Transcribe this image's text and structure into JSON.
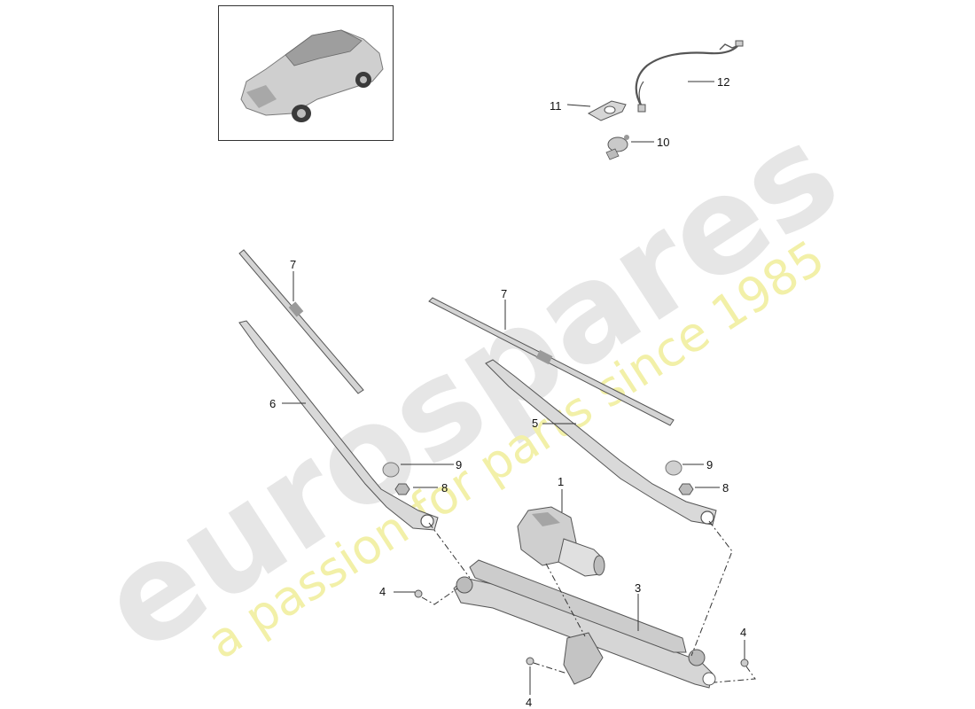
{
  "watermark": {
    "brand": "eurospares",
    "tagline": "a passion for parts since 1985",
    "brand_color": "#e6e6e6",
    "tagline_color": "#f2f0a8"
  },
  "colors": {
    "line": "#444444",
    "part_fill": "#d9d9d9",
    "part_dark": "#9a9a9a",
    "frame": "#333333"
  },
  "thumbnail": {
    "icon": "car-suv-icon"
  },
  "callouts": [
    {
      "id": "c1",
      "label": "1"
    },
    {
      "id": "c3",
      "label": "3"
    },
    {
      "id": "c4a",
      "label": "4"
    },
    {
      "id": "c4b",
      "label": "4"
    },
    {
      "id": "c4c",
      "label": "4"
    },
    {
      "id": "c5",
      "label": "5"
    },
    {
      "id": "c6",
      "label": "6"
    },
    {
      "id": "c7a",
      "label": "7"
    },
    {
      "id": "c7b",
      "label": "7"
    },
    {
      "id": "c8a",
      "label": "8"
    },
    {
      "id": "c8b",
      "label": "8"
    },
    {
      "id": "c9a",
      "label": "9"
    },
    {
      "id": "c9b",
      "label": "9"
    },
    {
      "id": "c10",
      "label": "10"
    },
    {
      "id": "c11",
      "label": "11"
    },
    {
      "id": "c12",
      "label": "12"
    }
  ]
}
